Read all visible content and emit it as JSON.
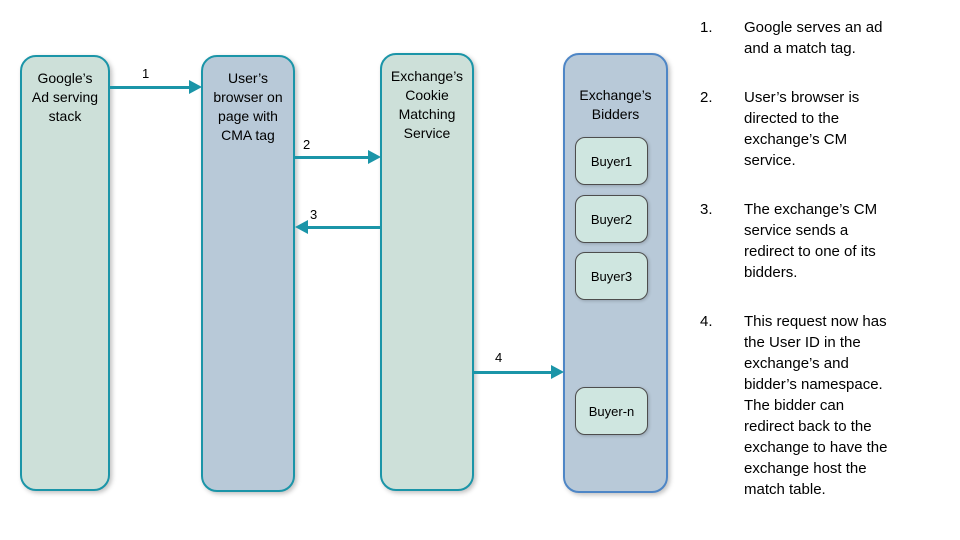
{
  "colors": {
    "teal_border": "#1b95a8",
    "green_fill": "#cde0d9",
    "blue_fill": "#b8c9d8",
    "bidders_border": "#4e86c6",
    "buyer_fill": "#cfe6e0",
    "buyer_border": "#4d4d4d",
    "arrow": "#1b95a8",
    "text": "#000000"
  },
  "diagram": {
    "boxes": {
      "google": {
        "label": "Google’s\nAd serving\nstack"
      },
      "browser": {
        "label": "User’s\nbrowser on\npage with\nCMA tag"
      },
      "cm_service": {
        "label": "Exchange’s\nCookie\nMatching\nService"
      },
      "bidders": {
        "label": "Exchange’s\nBidders",
        "buyers": [
          "Buyer1",
          "Buyer2",
          "Buyer3",
          "Buyer-n"
        ]
      }
    },
    "arrows": [
      {
        "label": "1"
      },
      {
        "label": "2"
      },
      {
        "label": "3"
      },
      {
        "label": "4"
      }
    ]
  },
  "steps": [
    {
      "number": "1.",
      "text": "Google serves an ad\nand a match tag."
    },
    {
      "number": "2.",
      "text": "User’s browser is\ndirected to the\nexchange’s CM\nservice."
    },
    {
      "number": "3.",
      "text": "The exchange’s CM\nservice sends a\nredirect to one of its\nbidders."
    },
    {
      "number": "4.",
      "text": "This request now has\nthe User ID in the\nexchange’s and\nbidder’s namespace.\nThe bidder can\nredirect back to the\nexchange to have the\nexchange host the\nmatch table."
    }
  ]
}
